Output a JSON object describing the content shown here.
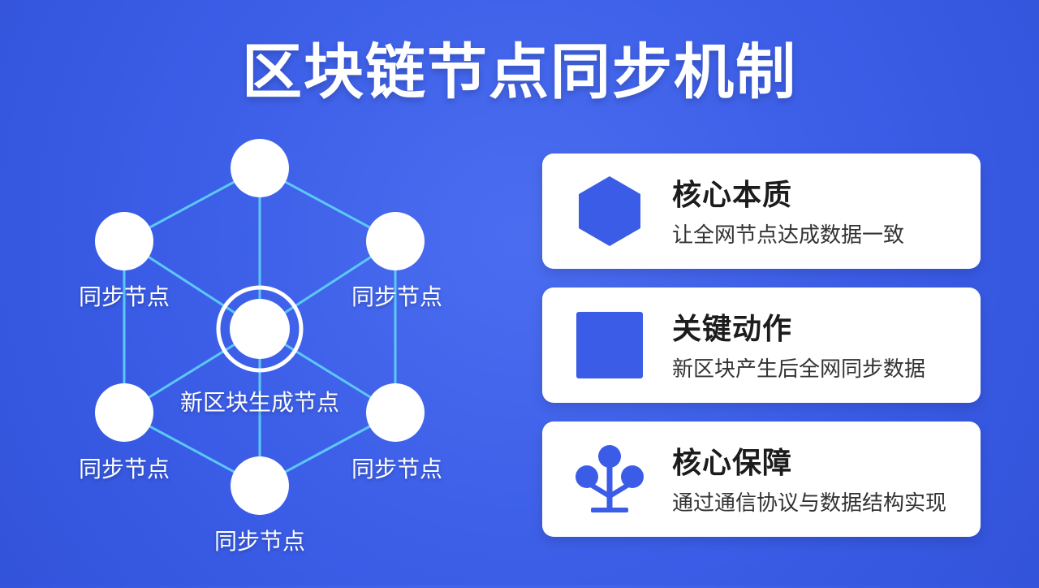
{
  "title": "区块链节点同步机制",
  "colors": {
    "background": "#3a5ce6",
    "accent": "#3b5ce6",
    "link_line": "#5cc8f5",
    "card_bg": "#ffffff",
    "node_fill": "#ffffff"
  },
  "diagram": {
    "center_label": "新区块生成节点",
    "nodes": [
      {
        "id": "top",
        "label": ""
      },
      {
        "id": "upper-left",
        "label": "同步节点"
      },
      {
        "id": "upper-right",
        "label": "同步节点"
      },
      {
        "id": "lower-left",
        "label": "同步节点"
      },
      {
        "id": "lower-right",
        "label": "同步节点"
      },
      {
        "id": "bottom",
        "label": "同步节点"
      },
      {
        "id": "center",
        "label": "新区块生成节点"
      }
    ]
  },
  "cards": [
    {
      "icon": "hexagon-icon",
      "title": "核心本质",
      "desc": "让全网节点达成数据一致"
    },
    {
      "icon": "square-icon",
      "title": "关键动作",
      "desc": "新区块产生后全网同步数据"
    },
    {
      "icon": "tree-network-icon",
      "title": "核心保障",
      "desc": "通过通信协议与数据结构实现"
    }
  ]
}
